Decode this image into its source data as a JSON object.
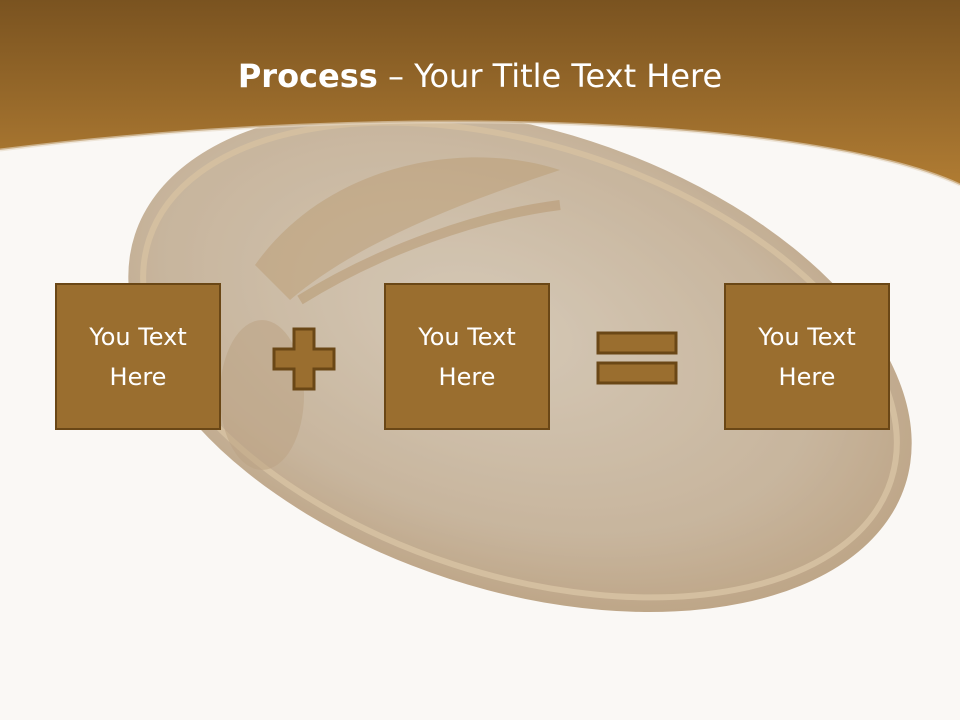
{
  "slide": {
    "title_bold": "Process",
    "title_rest": " – Your Title Text Here",
    "boxes": [
      {
        "text": "You Text Here"
      },
      {
        "text": "You Text Here"
      },
      {
        "text": "You Text Here"
      }
    ],
    "operators": [
      "plus-icon",
      "equals-icon"
    ]
  },
  "colors": {
    "header": "#9a6a28",
    "box_fill": "#9a6e2f",
    "box_border": "#6a4716",
    "background": "#faf8f5"
  }
}
